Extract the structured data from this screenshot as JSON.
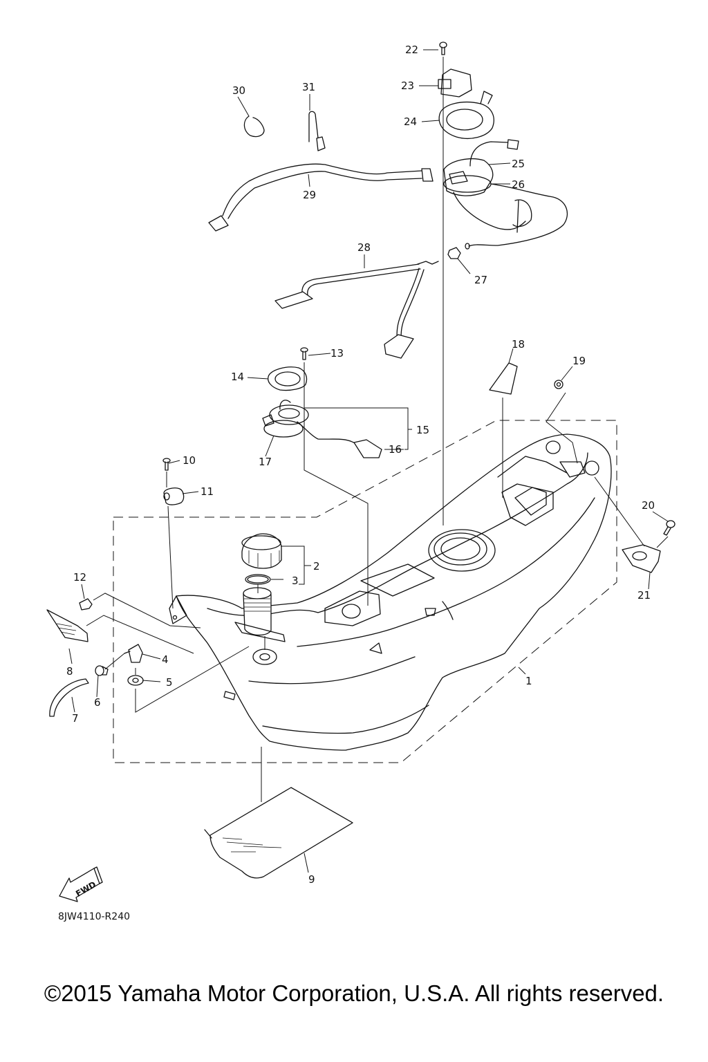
{
  "diagram": {
    "title": "Fuel Tank exploded parts diagram",
    "reference_code": "8JW4110-R240",
    "direction_label": "FWD",
    "copyright": "©2015 Yamaha Motor Corporation, U.S.A. All rights reserved.",
    "callouts": [
      {
        "id": "1",
        "label": "1",
        "part": "fuel tank"
      },
      {
        "id": "2",
        "label": "2",
        "part": "fuel filler cap assembly"
      },
      {
        "id": "3",
        "label": "3",
        "part": "o-ring"
      },
      {
        "id": "4",
        "label": "4",
        "part": "drain fitting"
      },
      {
        "id": "5",
        "label": "5",
        "part": "grommet"
      },
      {
        "id": "6",
        "label": "6",
        "part": "hose clip"
      },
      {
        "id": "7",
        "label": "7",
        "part": "drain hose"
      },
      {
        "id": "8",
        "label": "8",
        "part": "label / damper"
      },
      {
        "id": "9",
        "label": "9",
        "part": "tank cover sheet"
      },
      {
        "id": "10",
        "label": "10",
        "part": "screw"
      },
      {
        "id": "11",
        "label": "11",
        "part": "collar"
      },
      {
        "id": "12",
        "label": "12",
        "part": "clip nut"
      },
      {
        "id": "13",
        "label": "13",
        "part": "bolt"
      },
      {
        "id": "14",
        "label": "14",
        "part": "gasket"
      },
      {
        "id": "15",
        "label": "15",
        "part": "fuel sender unit assembly"
      },
      {
        "id": "16",
        "label": "16",
        "part": "float"
      },
      {
        "id": "17",
        "label": "17",
        "part": "o-ring"
      },
      {
        "id": "18",
        "label": "18",
        "part": "damper"
      },
      {
        "id": "19",
        "label": "19",
        "part": "nut"
      },
      {
        "id": "20",
        "label": "20",
        "part": "bolt"
      },
      {
        "id": "21",
        "label": "21",
        "part": "bracket"
      },
      {
        "id": "22",
        "label": "22",
        "part": "screw"
      },
      {
        "id": "23",
        "label": "23",
        "part": "cover"
      },
      {
        "id": "24",
        "label": "24",
        "part": "plate"
      },
      {
        "id": "25",
        "label": "25",
        "part": "fuel pump assembly"
      },
      {
        "id": "26",
        "label": "26",
        "part": "gasket"
      },
      {
        "id": "27",
        "label": "27",
        "part": "nut"
      },
      {
        "id": "28",
        "label": "28",
        "part": "breather hose"
      },
      {
        "id": "29",
        "label": "29",
        "part": "fuel hose"
      },
      {
        "id": "30",
        "label": "30",
        "part": "clamp"
      },
      {
        "id": "31",
        "label": "31",
        "part": "clip"
      }
    ]
  }
}
